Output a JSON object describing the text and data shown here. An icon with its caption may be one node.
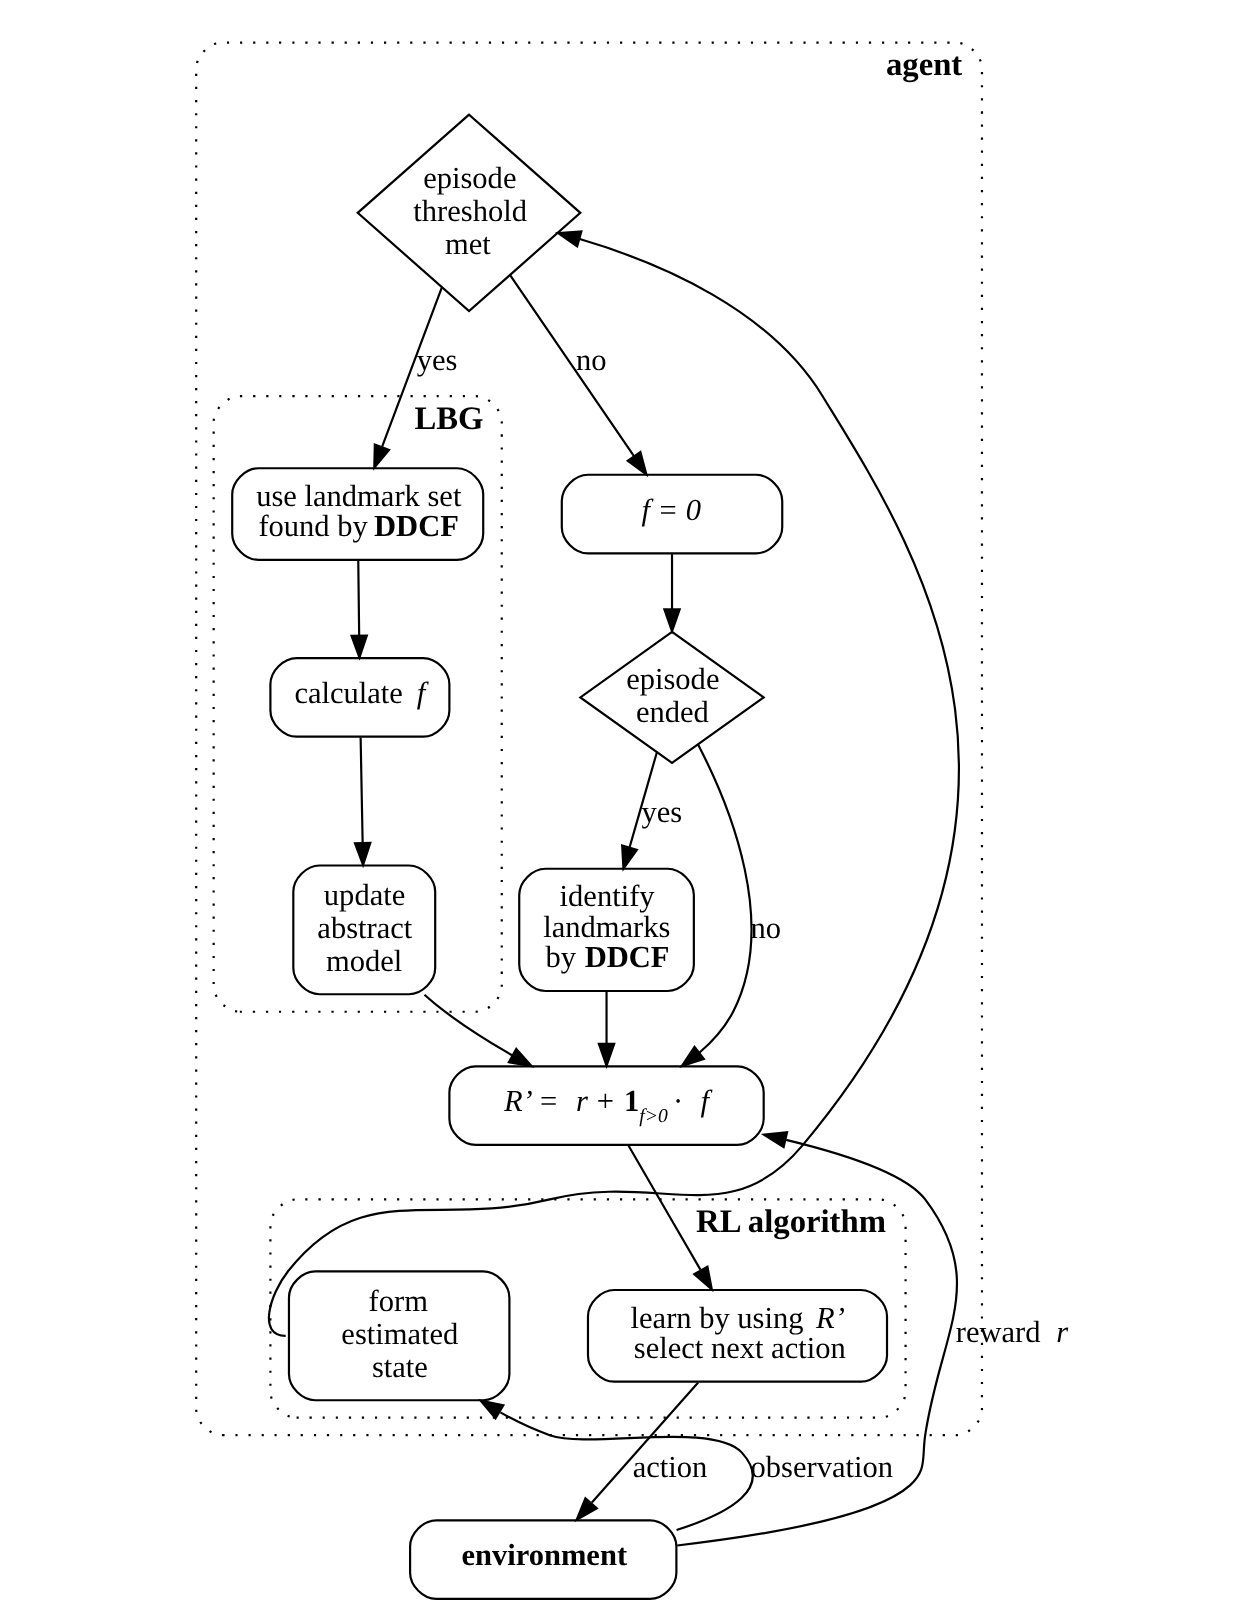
{
  "diagram": {
    "nodes": [
      {
        "text": [
          "agent"
        ]
      },
      {
        "text": [
          "episode threshold met"
        ],
        "in": 0
      },
      {
        "text": [
          "*f = 0*"
        ],
        "in": 0
      },
      {
        "text": [
          "LBG"
        ],
        "in": 0
      },
      {
        "text": [
          "use landmark set found by **DDCF**"
        ],
        "in": 3
      },
      {
        "text": [
          "calculate *f*"
        ],
        "in": 3
      },
      {
        "text": [
          "update abstract model"
        ],
        "in": 3
      },
      {
        "text": [
          "episode ended"
        ],
        "in": 0
      },
      {
        "text": [
          "identify landmarks by **DDCF**"
        ],
        "in": 0
      },
      {
        "text": [
          "*R’* = *r* + **1**$_{f>0}$ · *f*"
        ],
        "in": 0
      },
      {
        "text": [
          "RL algorithm"
        ],
        "in": 0
      },
      {
        "text": [
          "form estimated state"
        ],
        "in": 10
      },
      {
        "text": [
          "learn by using *R’* select next action"
        ],
        "in": 10
      },
      {
        "text": [
          "environment"
        ]
      }
    ],
    "edges": [
      {
        "from": 1,
        "to": 2,
        "arrow": "to",
        "label": "no"
      },
      {
        "from": 1,
        "to": 4,
        "arrow": "to",
        "label": "yes"
      },
      {
        "from": 2,
        "to": 7,
        "arrow": "to"
      },
      {
        "from": 7,
        "to": 8,
        "arrow": "to",
        "label": "yes"
      },
      {
        "from": 7,
        "to": 9,
        "arrow": "to",
        "label": "no"
      },
      {
        "from": 8,
        "to": 9,
        "arrow": "to"
      },
      {
        "from": 4,
        "to": 5,
        "arrow": "to"
      },
      {
        "from": 5,
        "to": 6,
        "arrow": "to"
      },
      {
        "from": 6,
        "to": 9,
        "arrow": "to"
      },
      {
        "from": 9,
        "to": 12,
        "arrow": "to"
      },
      {
        "from": 12,
        "to": 13,
        "arrow": "to",
        "label": "action"
      },
      {
        "from": 13,
        "to": 11,
        "arrow": "to",
        "label": "observation"
      },
      {
        "from": 13,
        "to": 9,
        "arrow": "to",
        "label": "reward *r*"
      },
      {
        "from": 11,
        "to": 1,
        "arrow": "to"
      }
    ]
  }
}
